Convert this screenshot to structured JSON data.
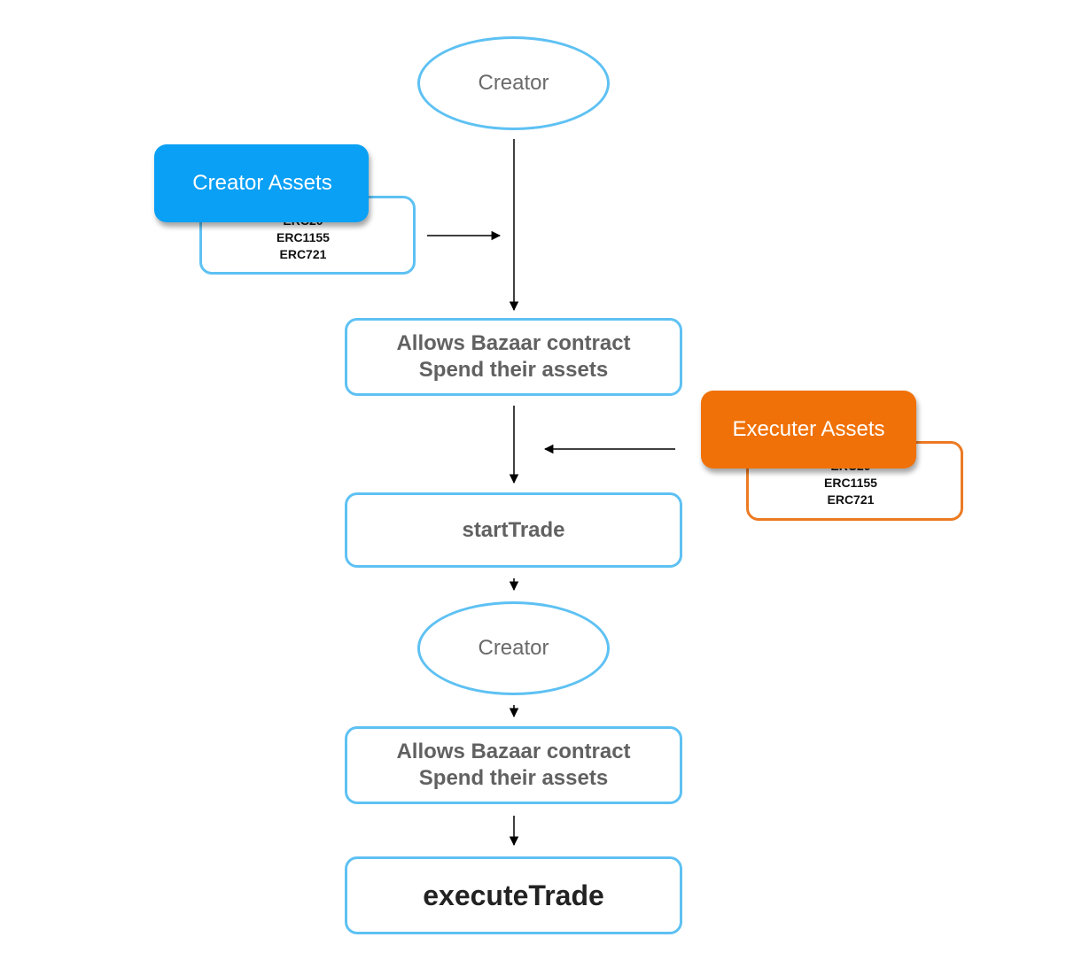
{
  "nodes": {
    "creator_top": "Creator",
    "creator_assets_title": "Creator Assets",
    "creator_assets_items": [
      "ERC20",
      "ERC1155",
      "ERC721"
    ],
    "approve_1_line1": "Allows Bazaar contract",
    "approve_1_line2": "Spend their assets",
    "executer_assets_title": "Executer Assets",
    "executer_assets_items": [
      "ERC20",
      "ERC1155",
      "ERC721"
    ],
    "start_trade": "startTrade",
    "creator_bottom": "Creator",
    "approve_2_line1": "Allows Bazaar contract",
    "approve_2_line2": "Spend their assets",
    "execute_trade": "executeTrade"
  },
  "colors": {
    "blue_outline": "#5ec1f3",
    "creator_tag": "#0aa0f5",
    "executer_tag": "#f07107",
    "executer_outline": "#ec7a22",
    "arrow": "#000000"
  }
}
